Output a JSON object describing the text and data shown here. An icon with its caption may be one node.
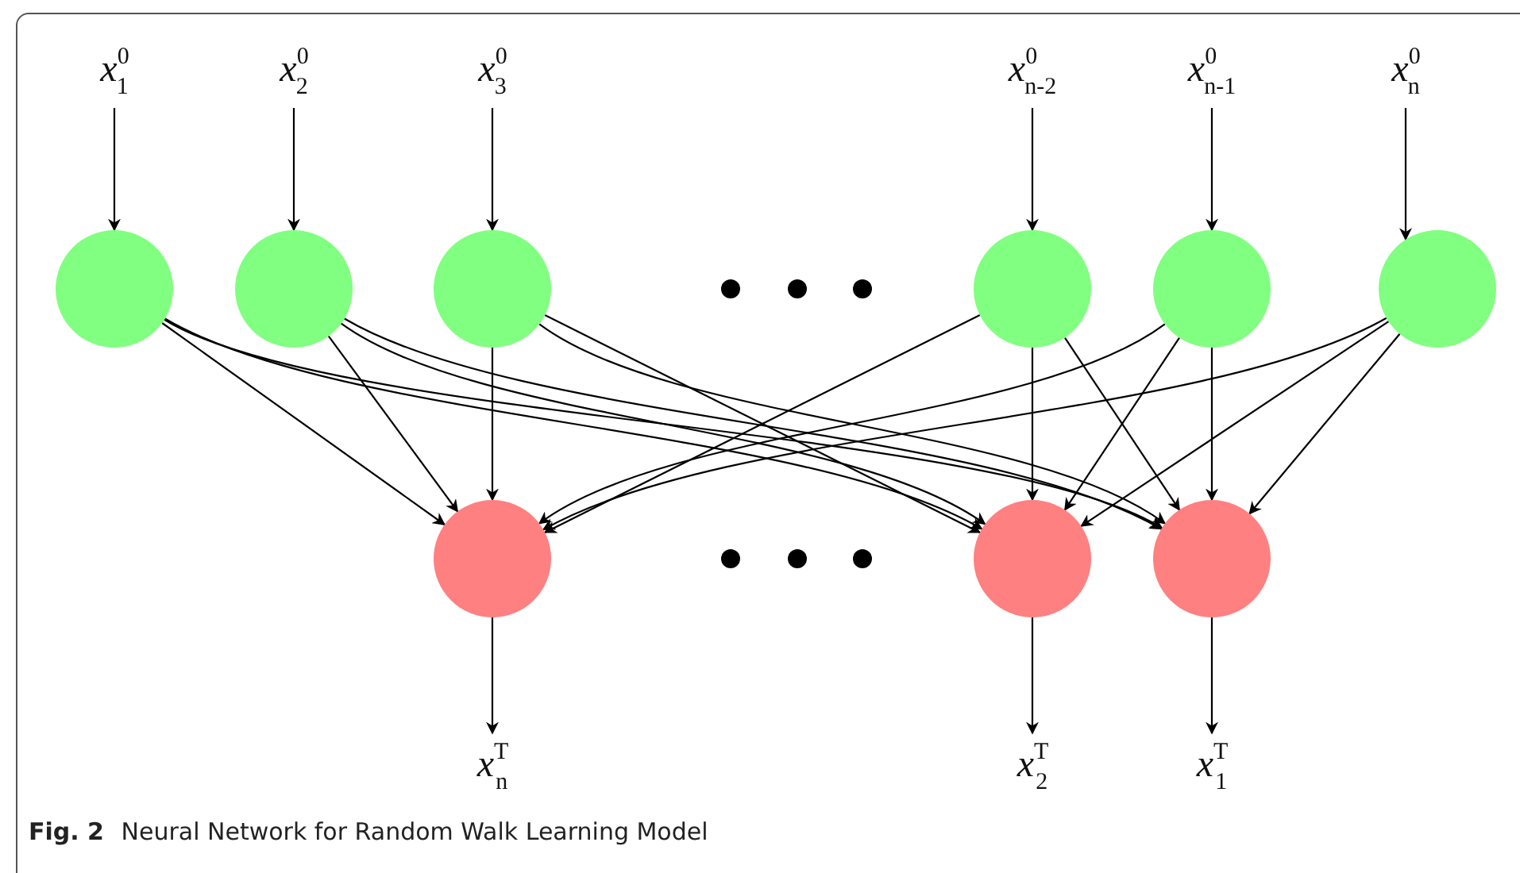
{
  "diagram": {
    "caption": "**Fig. 2** Neural Network for Random Walk Learning Model",
    "nodes": [
      {
        "text": [
          "*x*$^{0}$$_{1}$"
        ]
      },
      {
        "text": [
          "*x*$^{0}$$_{2}$"
        ]
      },
      {
        "text": [
          "*x*$^{0}$$_{3}$"
        ]
      },
      {
        "text": [
          "*x*$^{0}$$_{n-2}$"
        ]
      },
      {
        "text": [
          "*x*$^{0}$$_{n-1}$"
        ]
      },
      {
        "text": [
          "*x*$^{0}$$_{n}$"
        ]
      },
      {
        "text": [],
        "shape": "circle"
      },
      {
        "text": [],
        "shape": "circle"
      },
      {
        "text": [],
        "shape": "circle"
      },
      {
        "text": [],
        "shape": "circle"
      },
      {
        "text": [],
        "shape": "circle"
      },
      {
        "text": [],
        "shape": "circle"
      },
      {
        "text": [],
        "shape": "circle"
      },
      {
        "text": [],
        "shape": "circle"
      },
      {
        "text": [],
        "shape": "circle"
      },
      {
        "text": [
          "*x*$^{T}$$_{n}$"
        ]
      },
      {
        "text": [
          "*x*$^{T}$$_{2}$"
        ]
      },
      {
        "text": [
          "*x*$^{T}$$_{1}$"
        ]
      }
    ],
    "edges": [
      {
        "from": 0,
        "to": 6,
        "arrow": "to"
      },
      {
        "from": 1,
        "to": 7,
        "arrow": "to"
      },
      {
        "from": 2,
        "to": 8,
        "arrow": "to"
      },
      {
        "from": 3,
        "to": 9,
        "arrow": "to"
      },
      {
        "from": 4,
        "to": 10,
        "arrow": "to"
      },
      {
        "from": 5,
        "to": 11,
        "arrow": "to"
      },
      {
        "from": 6,
        "to": 12,
        "arrow": "to"
      },
      {
        "from": 6,
        "to": 13,
        "arrow": "to"
      },
      {
        "from": 6,
        "to": 14,
        "arrow": "to"
      },
      {
        "from": 7,
        "to": 12,
        "arrow": "to"
      },
      {
        "from": 7,
        "to": 13,
        "arrow": "to"
      },
      {
        "from": 7,
        "to": 14,
        "arrow": "to"
      },
      {
        "from": 8,
        "to": 12,
        "arrow": "to"
      },
      {
        "from": 8,
        "to": 13,
        "arrow": "to"
      },
      {
        "from": 8,
        "to": 14,
        "arrow": "to"
      },
      {
        "from": 9,
        "to": 12,
        "arrow": "to"
      },
      {
        "from": 9,
        "to": 13,
        "arrow": "to"
      },
      {
        "from": 9,
        "to": 14,
        "arrow": "to"
      },
      {
        "from": 10,
        "to": 12,
        "arrow": "to"
      },
      {
        "from": 10,
        "to": 13,
        "arrow": "to"
      },
      {
        "from": 10,
        "to": 14,
        "arrow": "to"
      },
      {
        "from": 11,
        "to": 12,
        "arrow": "to"
      },
      {
        "from": 11,
        "to": 13,
        "arrow": "to"
      },
      {
        "from": 11,
        "to": 14,
        "arrow": "to"
      },
      {
        "from": 12,
        "to": 15,
        "arrow": "to"
      },
      {
        "from": 13,
        "to": 16,
        "arrow": "to"
      },
      {
        "from": 14,
        "to": 17,
        "arrow": "to"
      }
    ]
  }
}
